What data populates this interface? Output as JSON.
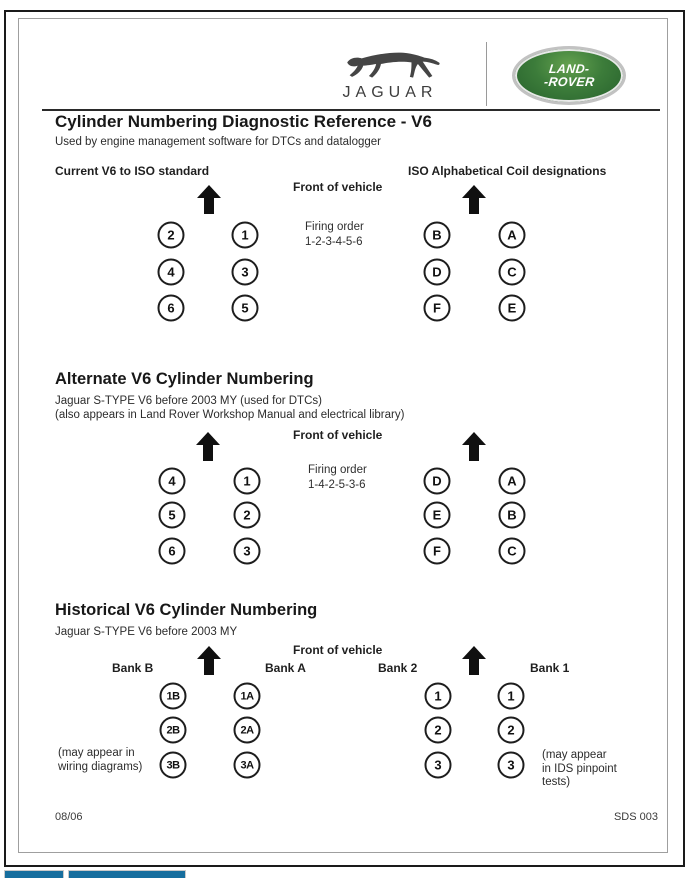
{
  "page": {
    "header": {
      "jaguar_wordmark": "JAGUAR",
      "landrover": {
        "line1": "LAND-",
        "line2": "-ROVER"
      }
    },
    "title": "Cylinder Numbering Diagnostic Reference - V6",
    "subtitle": "Used by engine management software for DTCs and datalogger",
    "sections": [
      {
        "left_label": "Current V6 to ISO standard",
        "right_label": "ISO Alphabetical Coil designations",
        "front_label": "Front of vehicle",
        "firing_label": "Firing order",
        "firing_order": "1-2-3-4-5-6",
        "left_cols": [
          [
            "2",
            "4",
            "6"
          ],
          [
            "1",
            "3",
            "5"
          ]
        ],
        "right_cols": [
          [
            "B",
            "D",
            "F"
          ],
          [
            "A",
            "C",
            "E"
          ]
        ]
      },
      {
        "heading": "Alternate V6 Cylinder Numbering",
        "sub1": "Jaguar S-TYPE V6 before 2003 MY (used for DTCs)",
        "sub2": "(also appears in Land Rover Workshop Manual and electrical library)",
        "front_label": "Front of vehicle",
        "firing_label": "Firing order",
        "firing_order": "1-4-2-5-3-6",
        "left_cols": [
          [
            "4",
            "5",
            "6"
          ],
          [
            "1",
            "2",
            "3"
          ]
        ],
        "right_cols": [
          [
            "D",
            "E",
            "F"
          ],
          [
            "A",
            "B",
            "C"
          ]
        ]
      },
      {
        "heading": "Historical V6 Cylinder Numbering",
        "sub1": "Jaguar S-TYPE V6 before 2003 MY",
        "front_label": "Front of vehicle",
        "bank_labels": [
          "Bank B",
          "Bank A",
          "Bank 2",
          "Bank 1"
        ],
        "left_cols": [
          [
            "1B",
            "2B",
            "3B"
          ],
          [
            "1A",
            "2A",
            "3A"
          ]
        ],
        "right_cols": [
          [
            "1",
            "2",
            "3"
          ],
          [
            "1",
            "2",
            "3"
          ]
        ],
        "note_left": [
          "(may appear in",
          "wiring diagrams)"
        ],
        "note_right": [
          "(may appear",
          "in IDS pinpoint",
          "tests)"
        ]
      }
    ],
    "footer": {
      "date": "08/06",
      "doc_code": "SDS 003"
    },
    "icons": {
      "up_arrow": "up-arrow-icon",
      "jaguar_leaper": "jaguar-leaper-icon",
      "landrover_oval": "landrover-oval-icon"
    },
    "colors": {
      "landrover_green": "#3c7c3a",
      "footer_bar_blue": "#176e9e",
      "border_black": "#1a1a1a",
      "border_gray": "#9f9f9f"
    }
  }
}
